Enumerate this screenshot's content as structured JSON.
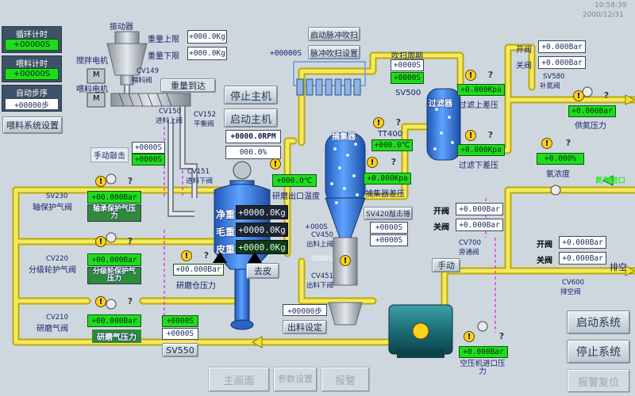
{
  "header": {
    "time": "10:58:39",
    "date": "2000/12/31"
  },
  "left_panel": {
    "cycle_timer_label": "循环计时",
    "cycle_timer_value": "+00000S",
    "feed_timer_label": "喂料计时",
    "feed_timer_value": "+00000S",
    "auto_step_label": "自动步序",
    "auto_step_value": "+00000步",
    "feed_settings_button": "喂料系统设置"
  },
  "feeder": {
    "vibrator_label": "振动器",
    "mixer_motor_label": "搅拌电机",
    "feed_motor_label": "喂料电机",
    "cv149_label": "CV149",
    "cv149_sub": "喂料阀",
    "weight_upper_label": "重量上限",
    "weight_upper_value": "+000.0Kg",
    "weight_lower_label": "重量下限",
    "weight_lower_value": "+000.0Kg",
    "weight_reached_label": "重量到达",
    "motor_letter": "M"
  },
  "host_controls": {
    "stop_host_button": "停止主机",
    "start_host_button": "启动主机",
    "rpm_value": "+0000.0RPM",
    "percent_value": "000.0%"
  },
  "valves_mid": {
    "cv150_label": "CV150",
    "cv150_sub": "进料上阀",
    "cv152_label": "CV152",
    "cv152_sub": "平衡阀",
    "cv151_label": "CV151",
    "cv151_sub": "进料下阀",
    "manual_knock_label": "手动敲击",
    "knock_value_1": "+0000S",
    "knock_value_2": "+0000S"
  },
  "mill": {
    "net_weight_label": "净重",
    "net_weight_value": "+0000.0Kg",
    "gross_weight_label": "毛重",
    "gross_weight_value": "+0000.0Kg",
    "tare_weight_label": "皮重",
    "tare_weight_value": "+0000.0Kg",
    "tare_button": "去皮",
    "mill_pressure_label": "研磨仓压力",
    "mill_pressure_value": "+00.000Bar",
    "outlet_temp_label": "研磨出口温度",
    "outlet_temp_value": "+000.0℃"
  },
  "left_valves": {
    "sv230_label": "SV230",
    "sv230_sub": "轴保护气阀",
    "bearing_pressure_value": "+00.000Bar",
    "bearing_pressure_label": "轴承保护气压力",
    "cv220_label": "CV220",
    "cv220_sub": "分级轮护气阀",
    "classifier_pressure_value": "+00.000Bar",
    "classifier_pressure_label": "分级轮保护气压力",
    "cv210_label": "CV210",
    "cv210_sub": "研磨气阀",
    "mill_gas_pressure_value": "+00.000Bar",
    "mill_gas_pressure_label": "研磨气压力",
    "sv550_button": "SV550",
    "sv550_value_1": "+0000S",
    "sv550_value_2": "+0000S"
  },
  "pulse": {
    "start_pulse_button": "启动脉冲吹扫",
    "pulse_settings_button": "脉冲吹扫设置",
    "pulse_value": "+00000S"
  },
  "collector": {
    "label": "捕集器",
    "tt400_label": "TT400",
    "tt400_value": "+000.0℃",
    "diff_pressure_value": "+0.000Kpa",
    "diff_pressure_label": "捕集器差压",
    "sv420_button": "SV420敲击锤",
    "sv420_value_1": "+0000S",
    "sv420_value_2": "+0000S",
    "cv450_label": "CV450",
    "cv450_sub": "出料上阀",
    "cv451_label": "CV451",
    "cv451_sub": "出料下阀",
    "zero_s": "0000S",
    "plus_s": "+000S",
    "discharge_steps_value": "+00000步",
    "discharge_settings_button": "出料设定"
  },
  "filter": {
    "label": "过滤器",
    "blow_cycle_label": "吹扫周期",
    "blow_cycle_value_1": "+0000S",
    "blow_cycle_value_2": "+0000S",
    "sv500_label": "SV500",
    "upper_diff_value": "+0.000Kpa",
    "upper_diff_label": "过滤上差压",
    "lower_diff_value": "+0.000Kpa",
    "lower_diff_label": "过滤下差压"
  },
  "right_top": {
    "open_label": "开阀",
    "open_value": "+0.000Bar",
    "close_label": "关阀",
    "close_value": "+0.000Bar",
    "sv580_label": "SV580",
    "sv580_sub": "补氮阀",
    "supply_pressure_value": "+0.000Bar",
    "supply_pressure_label": "供氮压力",
    "oxygen_value": "+0.000%",
    "oxygen_label": "氧浓度",
    "nitrogen_label": "氮气进口"
  },
  "right_mid": {
    "open_label": "开阀",
    "open_value": "+0.000Bar",
    "close_label": "关阀",
    "close_value": "+0.000Bar",
    "cv700_label": "CV700",
    "cv700_sub": "旁通阀",
    "manual_button": "手动",
    "open2_label": "开阀",
    "open2_value": "+0.000Bar",
    "close2_label": "关阀",
    "close2_value": "+0.000Bar",
    "cv600_label": "CV600",
    "cv600_sub": "排空阀",
    "exhaust_label": "排空"
  },
  "compressor": {
    "inlet_pressure_value": "+0.000Bar",
    "inlet_pressure_label": "空压机进口压力"
  },
  "system": {
    "start_system_button": "启动系统",
    "stop_system_button": "停止系统",
    "alarm_reset_button": "报警复位"
  },
  "bottom_nav": {
    "main_screen": "主画面",
    "params": "参数设置",
    "alarm": "报警"
  },
  "colors": {
    "pipe": "#f1e236",
    "pipe_edge": "#b9a80f",
    "vessel": "#3a7fe0",
    "panel_bg": "#cfd7de",
    "green_value": "#1fdc1f",
    "nitrogen": "#39e63a"
  }
}
